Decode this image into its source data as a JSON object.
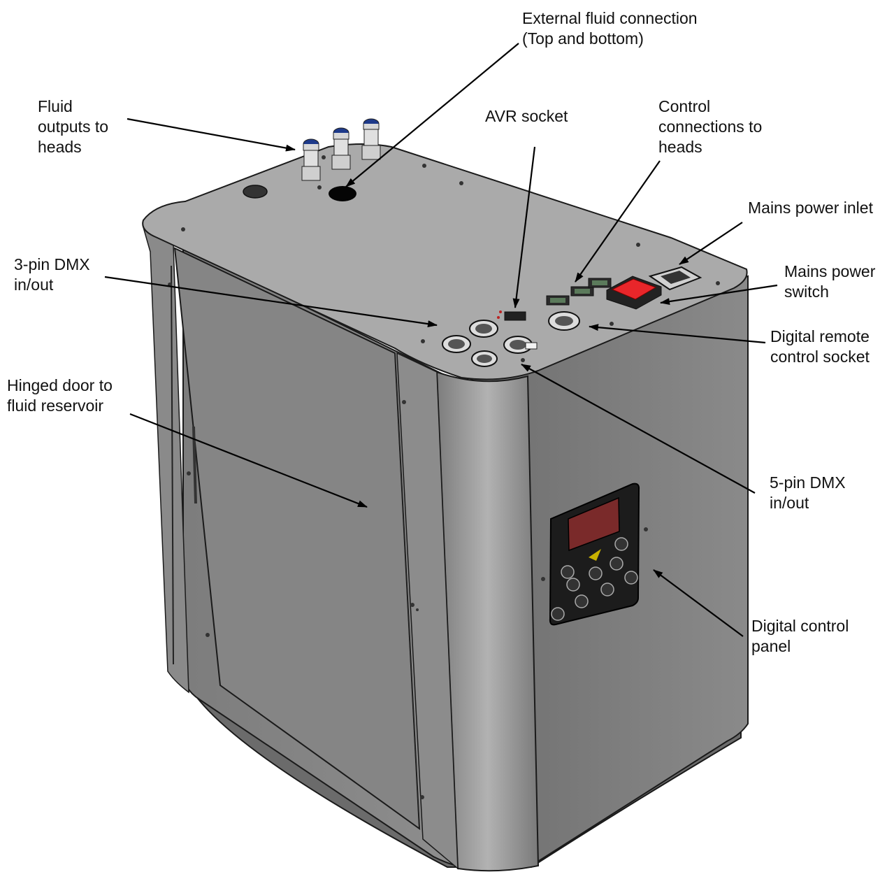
{
  "colors": {
    "body_front": "#8c8c8c",
    "body_side": "#7e7e7e",
    "top_face": "#a9a9a9",
    "outline": "#1a1a1a",
    "switch_red": "#e8262a",
    "display_red": "#8a2b2b",
    "panel_dark": "#1c1c1c"
  },
  "labels": {
    "external_fluid": {
      "line1": "External fluid connection",
      "line2": "(Top and bottom)"
    },
    "fluid_outputs": {
      "line1": "Fluid",
      "line2": "outputs to",
      "line3": "heads"
    },
    "avr_socket": {
      "line1": "AVR socket"
    },
    "control_connections": {
      "line1": "Control",
      "line2": "connections to",
      "line3": "heads"
    },
    "mains_inlet": {
      "line1": "Mains power inlet"
    },
    "mains_switch": {
      "line1": "Mains power",
      "line2": "switch"
    },
    "dmx3": {
      "line1": "3-pin DMX",
      "line2": "in/out"
    },
    "digital_remote": {
      "line1": "Digital remote",
      "line2": "control socket"
    },
    "hinged_door": {
      "line1": "Hinged door to",
      "line2": "fluid reservoir"
    },
    "dmx5": {
      "line1": "5-pin DMX",
      "line2": "in/out"
    },
    "digital_panel": {
      "line1": "Digital control",
      "line2": "panel"
    }
  },
  "icons": {
    "fluid_output_fitting": "fluid-output-fitting-icon",
    "xlr_socket": "xlr-socket-icon",
    "control_connector": "control-connector-icon",
    "power_switch": "power-switch-icon",
    "power_inlet": "power-inlet-icon",
    "keypad_button": "keypad-button-icon"
  }
}
